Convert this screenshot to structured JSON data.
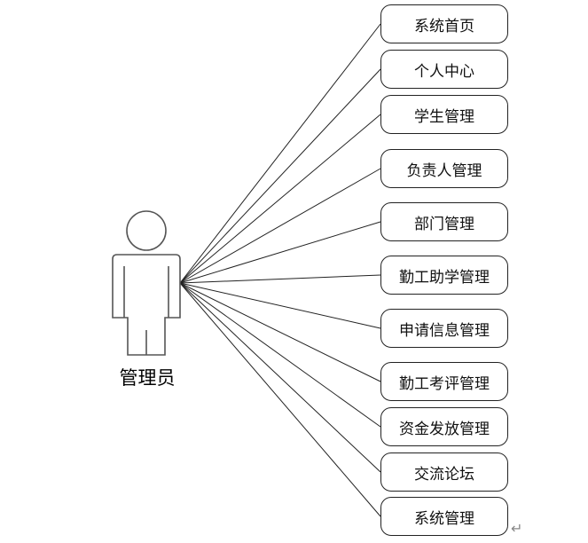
{
  "actor": {
    "label": "管理员"
  },
  "use_cases": [
    {
      "label": "系统首页"
    },
    {
      "label": "个人中心"
    },
    {
      "label": "学生管理"
    },
    {
      "label": "负责人管理"
    },
    {
      "label": "部门管理"
    },
    {
      "label": "勤工助学管理"
    },
    {
      "label": "申请信息管理"
    },
    {
      "label": "勤工考评管理"
    },
    {
      "label": "资金发放管理"
    },
    {
      "label": "交流论坛"
    },
    {
      "label": "系统管理"
    }
  ],
  "paragraph_mark": "↵"
}
